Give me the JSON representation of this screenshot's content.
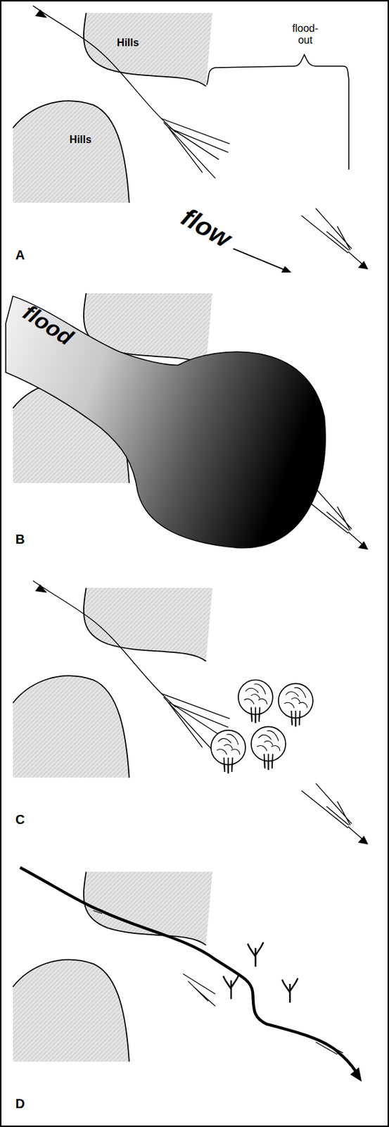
{
  "diagram": {
    "nodes": [
      {
        "text": [
          "Hills"
        ]
      },
      {
        "text": [
          "Hills"
        ]
      }
    ],
    "labels": [
      "flood-out",
      "A",
      "flow",
      "B",
      "flood",
      "C",
      "D"
    ]
  }
}
